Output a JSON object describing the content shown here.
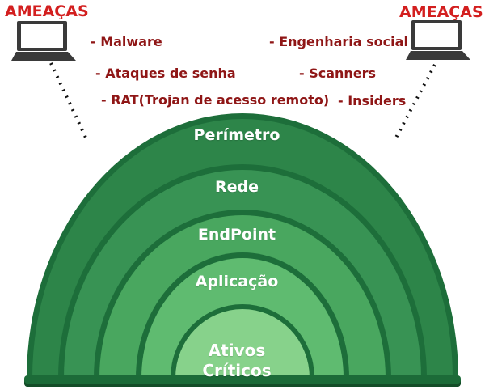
{
  "diagram": {
    "threats_left": {
      "title": "AMEAÇAS",
      "items": [
        "- Malware",
        "- Ataques de senha",
        "- RAT(Trojan de acesso remoto)"
      ]
    },
    "threats_right": {
      "title": "AMEAÇAS",
      "items": [
        "- Engenharia social",
        "- Scanners",
        "- Insiders"
      ]
    },
    "layers": [
      {
        "label": "Perímetro",
        "fill": "#2d8549"
      },
      {
        "label": "Rede",
        "fill": "#389354"
      },
      {
        "label": "EndPoint",
        "fill": "#49a75f"
      },
      {
        "label": "Aplicação",
        "fill": "#5fbb70"
      },
      {
        "label": "Ativos Críticos",
        "label_line1": "Ativos",
        "label_line2": "Críticos",
        "fill": "#87d28b"
      }
    ],
    "colors": {
      "layer_border": "#1d6e3a",
      "base_bar": "#1c6b38",
      "title_red": "#d31f1f",
      "threat_text_red": "#8f1616",
      "label_white": "#ffffff",
      "laptop_dark": "#3a3a3a",
      "connector_black": "#111111"
    }
  }
}
